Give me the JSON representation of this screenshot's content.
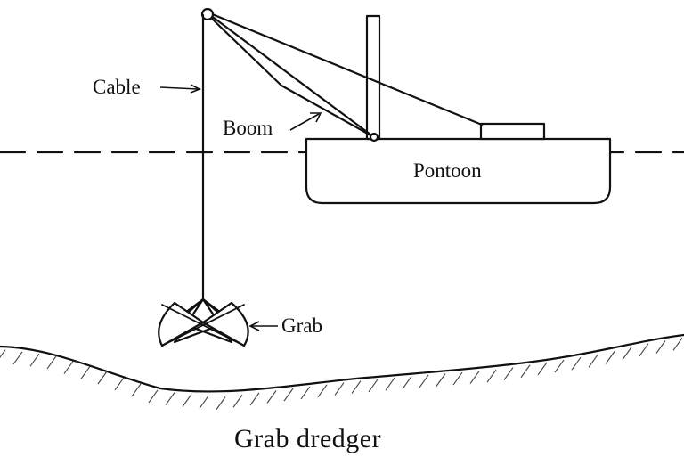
{
  "labels": {
    "cable": "Cable",
    "boom": "Boom",
    "pontoon": "Pontoon",
    "grab": "Grab"
  },
  "caption": "Grab dredger",
  "colors": {
    "line": "#111111",
    "background": "#ffffff"
  }
}
